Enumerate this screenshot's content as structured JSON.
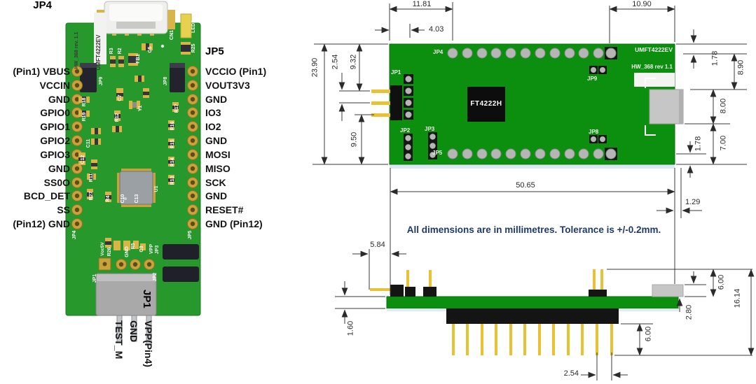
{
  "left_board": {
    "jp4_header": "JP4",
    "jp5_header": "JP5",
    "jp4_pins": [
      "(Pin1) VBUS",
      "VCCIN",
      "GND",
      "GPIO0",
      "GPIO1",
      "GPIO2",
      "GPIO3",
      "GND",
      "SS0O",
      "BCD_DET",
      "SS",
      "(Pin12) GND"
    ],
    "jp5_pins": [
      "VCCIO (Pin1)",
      "VOUT3V3",
      "GND",
      "IO3",
      "IO2",
      "GND",
      "MOSI",
      "MISO",
      "SCK",
      "GND",
      "RESET#",
      "GND (Pin12)"
    ],
    "jp1_label": "JP1",
    "jp1_pins": [
      "TEST_M",
      "GND",
      "VPP(Pin4)"
    ],
    "silk": {
      "model": "UMFT4222EV",
      "rev": "HW_368 rev. 1.1",
      "cn1": "CN1",
      "led1": "LED1",
      "u1": "U1",
      "jp1": "JP1",
      "jp2": "JP2",
      "jp3": "JP3",
      "jp4": "JP4",
      "jp5": "JP5",
      "jp8": "JP8",
      "jp9": "JP9",
      "vcc5v": "Vcc5V",
      "gnd": "GND",
      "vpp": "VPP",
      "r2": "R2",
      "r3": "R3",
      "r4": "R4",
      "r5": "R5",
      "r11": "R11",
      "r12": "R12",
      "r13": "R13",
      "r14": "R14",
      "r15": "R15",
      "r16": "R16",
      "r17": "R17",
      "r18": "R18",
      "r19": "R19",
      "r25": "R25",
      "r26": "R26",
      "r27": "R27",
      "c3": "C3",
      "c5": "C5",
      "c7": "C7",
      "c11": "C11",
      "c12": "C12",
      "c13": "C13",
      "c10": "C10",
      "fb1": "FB1",
      "y1": "Y1"
    }
  },
  "drawing": {
    "silk": {
      "model": "UMFT4222EV",
      "rev": "HW_368 rev 1.1",
      "chip": "FT4222H",
      "jp1": "JP1",
      "jp2": "JP2",
      "jp3": "JP3",
      "jp4": "JP4",
      "jp5": "JP5",
      "jp8": "JP8",
      "jp9": "JP9"
    },
    "note": "All dimensions are in millimetres. Tolerance is +/-0.2mm.",
    "dims": {
      "top_left": "11.81",
      "jp1_inset": "4.03",
      "top_right": "10.90",
      "pitch_left": "2.54",
      "jp1_top": "9.32",
      "height": "23.90",
      "jp1_bottom": "9.50",
      "silk_top": "1.78",
      "usb_top": "8.90",
      "usb_h": "8.00",
      "usb_bottom": "7.00",
      "row_bottom": "1.78",
      "overhang": "1.29",
      "width": "50.65",
      "side_offset": "5.84",
      "thickness": "1.60",
      "pin_up": "6.00",
      "usb_conn": "2.80",
      "pin_down": "6.00",
      "total_h": "16.14",
      "pitch_bottom": "2.54"
    }
  }
}
